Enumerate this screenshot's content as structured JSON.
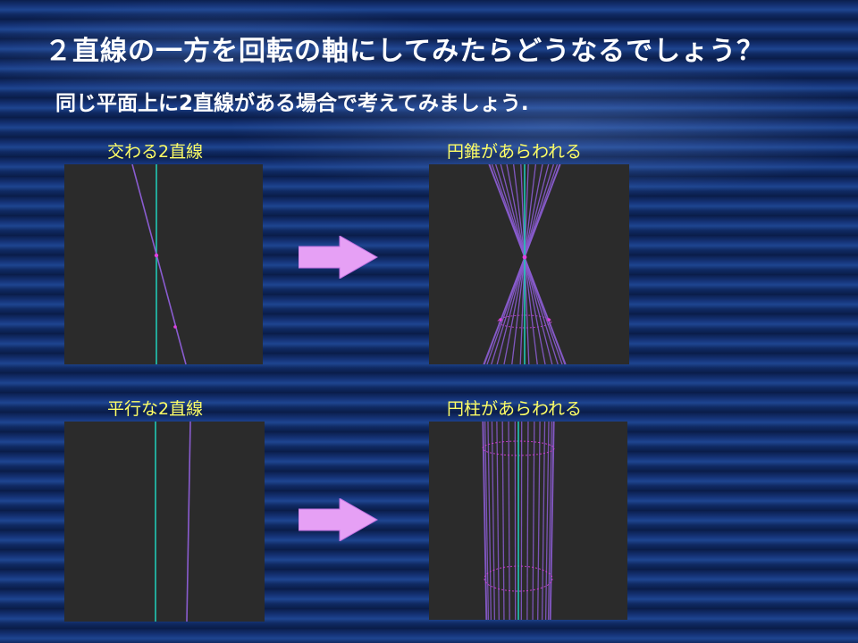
{
  "slide": {
    "title": "２直線の一方を回転の軸にしてみたらどうなるでしょう？",
    "subtitle": "同じ平面上に2直線がある場合で考えてみましょう."
  },
  "panels": {
    "intersecting_label": "交わる2直線",
    "cone_label": "円錐があらわれる",
    "parallel_label": "平行な2直線",
    "cylinder_label": "円柱があらわれる"
  },
  "colors": {
    "axis_line": "#20c8b4",
    "rotating_line": "#8a5cd0",
    "point": "#e040e0",
    "label": "#ffff66",
    "arrow": "#e6a0f5",
    "panel_bg": "#2b2b2b"
  }
}
